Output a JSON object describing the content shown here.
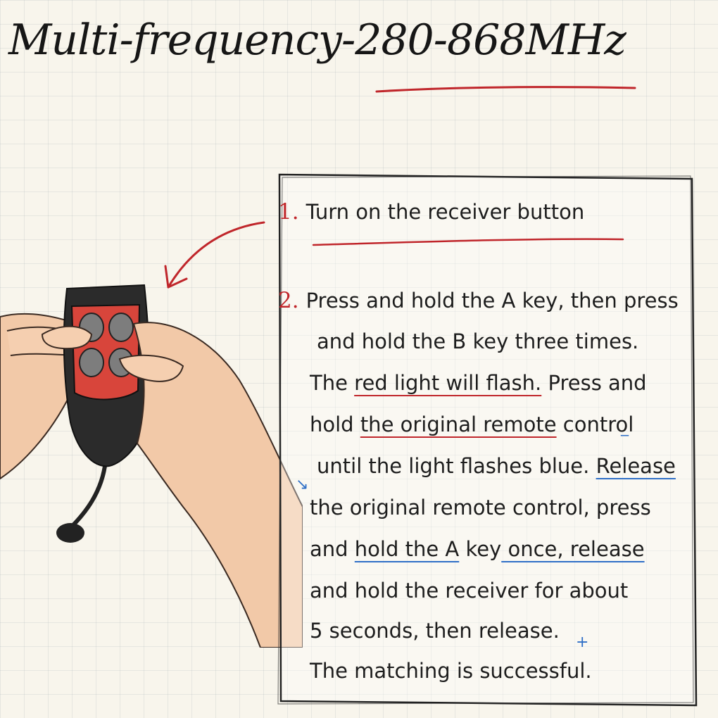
{
  "title": "Multi-frequency-280-868MHz",
  "steps": {
    "one": {
      "number": "1.",
      "text": "Turn on the receiver button"
    },
    "two": {
      "number": "2.",
      "lines": [
        "Press and hold the A key, then press",
        "and hold the B key three times.",
        "The ",
        "red light will flash.",
        " Press and",
        "hold ",
        "the original remote",
        " control",
        "until the light flashes blue. ",
        "Release",
        "the original remote control, press",
        "and ",
        "hold the A",
        " key",
        " once, release",
        "and hold the receiver for about",
        "5 seconds, then release.",
        "The matching is successful."
      ]
    }
  },
  "colors": {
    "accent_red": "#c0262b",
    "annotation_blue": "#2f6fc7",
    "remote_red": "#d8453b",
    "remote_black": "#2b2b2b"
  }
}
